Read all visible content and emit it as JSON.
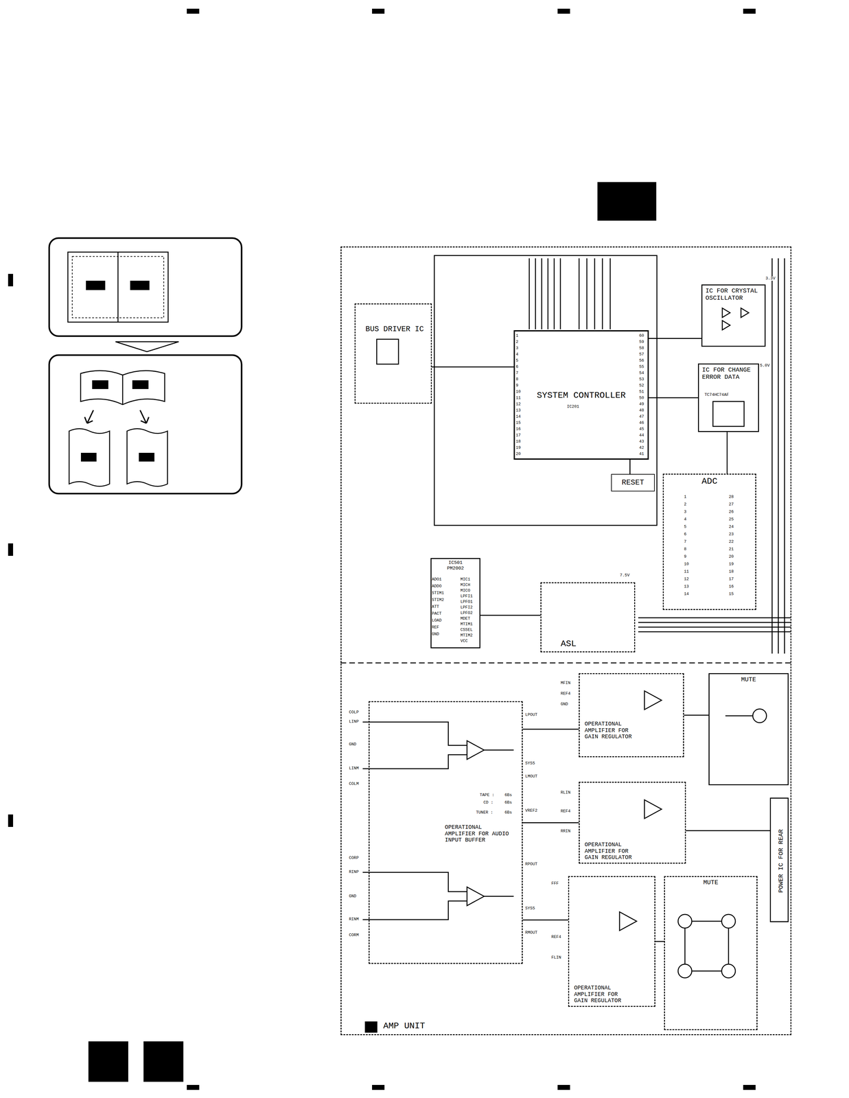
{
  "diagram": {
    "nodes": [
      {
        "text": [
          "AMP UNIT"
        ]
      },
      {
        "text": [
          "BUS DRIVER IC"
        ],
        "in": 0
      },
      {
        "text": [
          "SYSTEM CONTROLLER"
        ],
        "in": 0
      },
      {
        "text": [
          "IC FOR CRYSTAL OSCILLATOR"
        ],
        "in": 0
      },
      {
        "text": [
          "IC FOR CHANGE ERROR DATA"
        ],
        "in": 0
      },
      {
        "text": [
          "RESET"
        ],
        "in": 0
      },
      {
        "text": [
          "ADC"
        ],
        "in": 0
      },
      {
        "text": [
          "IC501",
          "PM2002"
        ],
        "in": 0
      },
      {
        "text": [
          "ASL"
        ],
        "in": 0
      },
      {
        "text": [
          "OPERATIONAL AMPLIFIER FOR AUDIO INPUT BUFFER"
        ],
        "in": 0
      },
      {
        "text": [
          "OPERATIONAL AMPLIFIER FOR GAIN REGULATOR"
        ],
        "in": 0
      },
      {
        "text": [
          "MUTE"
        ],
        "in": 0
      },
      {
        "text": [
          "POWER IC FOR REAR"
        ],
        "in": 0
      },
      {
        "text": [
          "OPERATIONAL AMPLIFIER FOR GAIN REGULATOR"
        ],
        "in": 0
      },
      {
        "text": [
          "MUTE"
        ],
        "in": 0
      },
      {
        "text": [
          "OPERATIONAL AMPLIFIER FOR GAIN REGULATOR"
        ],
        "in": 0
      }
    ],
    "edges": [
      {
        "from": 1,
        "to": 2,
        "arrow": "none"
      },
      {
        "from": 2,
        "to": 3,
        "arrow": "none"
      },
      {
        "from": 2,
        "to": 4,
        "arrow": "none"
      },
      {
        "from": 5,
        "to": 2,
        "arrow": "none"
      },
      {
        "from": 4,
        "to": 6,
        "arrow": "none"
      },
      {
        "from": 7,
        "to": 8,
        "arrow": "none"
      },
      {
        "from": 9,
        "to": 10,
        "arrow": "none"
      },
      {
        "from": 9,
        "to": 13,
        "arrow": "none"
      },
      {
        "from": 9,
        "to": 15,
        "arrow": "none"
      },
      {
        "from": 10,
        "to": 11,
        "arrow": "none"
      },
      {
        "from": 13,
        "to": 12,
        "arrow": "none"
      },
      {
        "from": 15,
        "to": 14,
        "arrow": "none"
      }
    ],
    "labels": [
      "COLP",
      "LINP",
      "GND",
      "LINM",
      "COLM",
      "CORP",
      "RINP",
      "GND",
      "RINM",
      "CORM",
      "LPOUT",
      "SYS5",
      "LMOUT",
      "VREF2",
      "RPOUT",
      "SYS5",
      "RMOUT",
      "MFIN",
      "REF4",
      "GND",
      "RLIN",
      "REF4",
      "RRIN",
      "FFF",
      "REF4",
      "FLIN",
      "TAPE :",
      "6Bs",
      "CD :",
      "6Bs",
      "TUNER :",
      "6Bs",
      "ADO1",
      "ADDO",
      "STIM1",
      "STIM2",
      "ATT",
      "PACT",
      "LOAD",
      "REF",
      "GND",
      "MIC1",
      "MICH",
      "MICO",
      "LPFI1",
      "LPFO1",
      "LPFI2",
      "LPFO2",
      "MDET",
      "MTIM1",
      "CSSEL",
      "MTIM2",
      "VCC",
      "1",
      "2",
      "3",
      "4",
      "5",
      "6",
      "7",
      "8",
      "9",
      "10",
      "11",
      "12",
      "13",
      "14",
      "15",
      "16",
      "17",
      "18",
      "19",
      "20",
      "60",
      "59",
      "58",
      "57",
      "56",
      "55",
      "54",
      "53",
      "52",
      "51",
      "50",
      "49",
      "48",
      "47",
      "46",
      "45",
      "44",
      "43",
      "42",
      "41",
      "IC201",
      "TC74HC74AF",
      "3.3V",
      "5.0V",
      "7.5V",
      "1",
      "2",
      "3",
      "4",
      "5",
      "6",
      "7",
      "8",
      "9",
      "10",
      "11",
      "12",
      "13",
      "14",
      "28",
      "27",
      "26",
      "25",
      "24",
      "23",
      "22",
      "21",
      "20",
      "19",
      "18",
      "17",
      "16",
      "15"
    ]
  }
}
